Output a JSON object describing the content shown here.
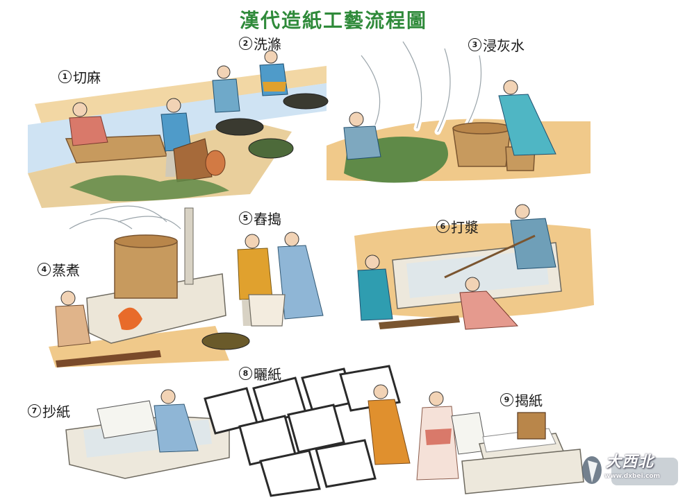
{
  "diagram": {
    "title": "漢代造紙工藝流程圖",
    "steps": [
      {
        "num": "1",
        "label": "切麻"
      },
      {
        "num": "2",
        "label": "洗滌"
      },
      {
        "num": "3",
        "label": "浸灰水"
      },
      {
        "num": "4",
        "label": "蒸煮"
      },
      {
        "num": "5",
        "label": "舂搗"
      },
      {
        "num": "6",
        "label": "打漿"
      },
      {
        "num": "7",
        "label": "抄紙"
      },
      {
        "num": "8",
        "label": "曬紙"
      },
      {
        "num": "9",
        "label": "揭紙"
      }
    ]
  },
  "watermark": {
    "name": "大西北",
    "url": "www.dxbei.com"
  },
  "colors": {
    "title": "#2f8a3a",
    "ground": "#f0c98a",
    "water": "#cfe3f3",
    "wood": "#b9864a",
    "robe_blue": "#4f9bc9",
    "robe_red": "#d9796a",
    "robe_orange": "#e0a12e",
    "greenery": "#5f8a48"
  }
}
